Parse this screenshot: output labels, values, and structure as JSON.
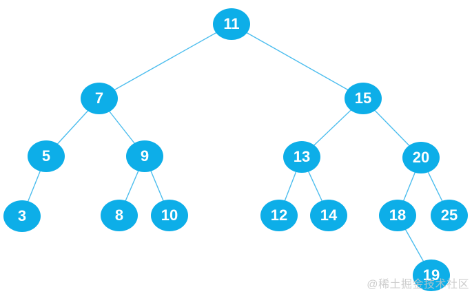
{
  "diagram": {
    "type": "binary-search-tree",
    "description": "Binary search tree diagram with root node 11",
    "colors": {
      "node_fill": "#0daee8",
      "edge_stroke": "#4bbdee",
      "node_text": "#ffffff",
      "background": "#ffffff",
      "watermark": "rgba(198,198,198,0.88)"
    },
    "nodes": [
      {
        "value": "11",
        "parent": null,
        "side": "root",
        "level": 1
      },
      {
        "value": "7",
        "parent": "11",
        "side": "left",
        "level": 2
      },
      {
        "value": "15",
        "parent": "11",
        "side": "right",
        "level": 2
      },
      {
        "value": "5",
        "parent": "7",
        "side": "left",
        "level": 3
      },
      {
        "value": "9",
        "parent": "7",
        "side": "right",
        "level": 3
      },
      {
        "value": "13",
        "parent": "15",
        "side": "left",
        "level": 3
      },
      {
        "value": "20",
        "parent": "15",
        "side": "right",
        "level": 3
      },
      {
        "value": "3",
        "parent": "5",
        "side": "left",
        "level": 4
      },
      {
        "value": "8",
        "parent": "9",
        "side": "left",
        "level": 4
      },
      {
        "value": "10",
        "parent": "9",
        "side": "right",
        "level": 4
      },
      {
        "value": "12",
        "parent": "13",
        "side": "left",
        "level": 4
      },
      {
        "value": "14",
        "parent": "13",
        "side": "right",
        "level": 4
      },
      {
        "value": "18",
        "parent": "20",
        "side": "left",
        "level": 4
      },
      {
        "value": "25",
        "parent": "20",
        "side": "right",
        "level": 4
      },
      {
        "value": "19",
        "parent": "18",
        "side": "right",
        "level": 5
      }
    ],
    "edges": [
      [
        "11",
        "7"
      ],
      [
        "11",
        "15"
      ],
      [
        "7",
        "5"
      ],
      [
        "7",
        "9"
      ],
      [
        "15",
        "13"
      ],
      [
        "15",
        "20"
      ],
      [
        "5",
        "3"
      ],
      [
        "9",
        "8"
      ],
      [
        "9",
        "10"
      ],
      [
        "13",
        "12"
      ],
      [
        "13",
        "14"
      ],
      [
        "20",
        "18"
      ],
      [
        "20",
        "25"
      ],
      [
        "18",
        "19"
      ]
    ]
  },
  "watermark": {
    "text": "@稀土掘金技术社区"
  }
}
